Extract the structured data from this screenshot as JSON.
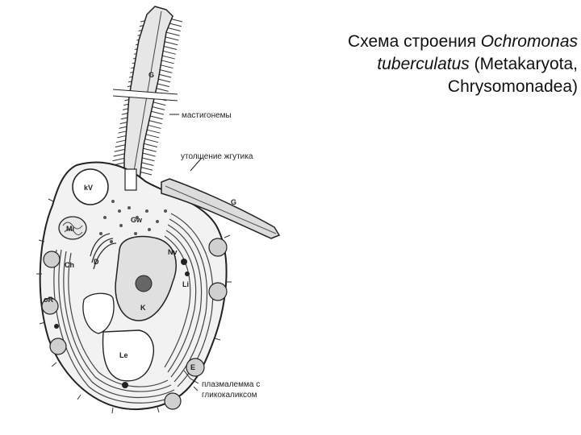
{
  "title": {
    "part1": "Схема строения ",
    "genus": "Ochromonas",
    "species": "tuberculatus",
    "part2": " (Metakaryota, Chrysomonadea)"
  },
  "annotations": {
    "mastigonemes": "мастигонемы",
    "flagellum_swelling": "утолщение жгутика",
    "plasmalemma_line1": "плазмалемма с",
    "plasmalemma_line2": "гликокаликсом"
  },
  "organelle_labels": {
    "G_top": "G",
    "G_right": "G",
    "kV": "kV",
    "Gw": "Gw",
    "Mi": "Mi",
    "D": "D",
    "Nv": "Nv",
    "Li": "Li",
    "Ch": "Ch",
    "oR": "oR",
    "K": "K",
    "Le": "Le",
    "E": "E"
  }
}
